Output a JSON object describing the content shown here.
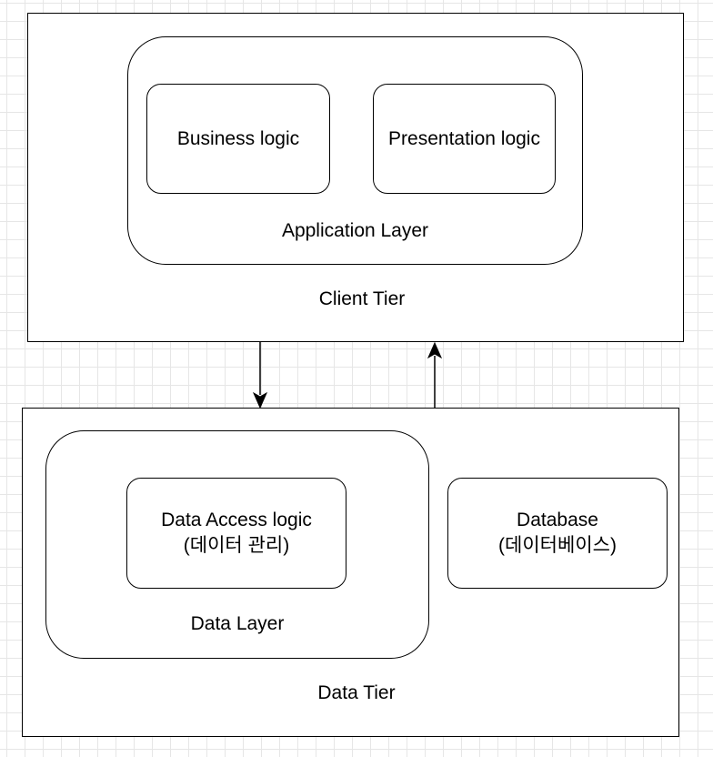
{
  "client_tier": {
    "label": "Client Tier",
    "application_layer": {
      "label": "Application Layer",
      "business_logic": "Business logic",
      "presentation_logic": "Presentation logic"
    }
  },
  "data_tier": {
    "label": "Data Tier",
    "data_layer": {
      "label": "Data Layer",
      "data_access_logic": {
        "line1": "Data Access logic",
        "line2": "(데이터 관리)"
      }
    },
    "database": {
      "line1": "Database",
      "line2": "(데이터베이스)"
    }
  }
}
